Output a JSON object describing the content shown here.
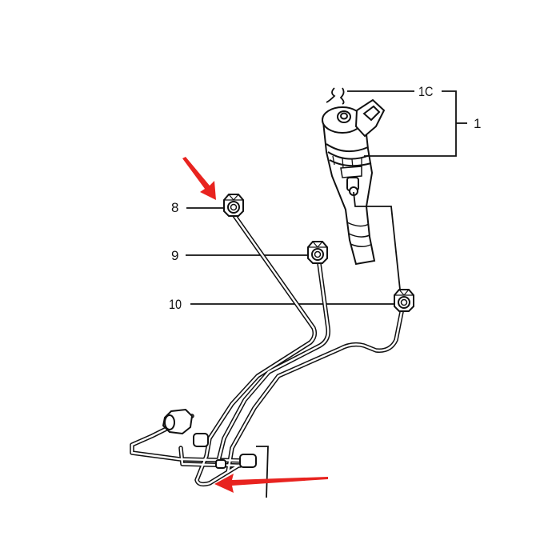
{
  "diagram": {
    "subject": "fuel injector and high-pressure fuel injection pipes exploded parts diagram",
    "callouts": [
      {
        "id": "1",
        "label": "1",
        "part": "injector assembly"
      },
      {
        "id": "1C",
        "label": "1C",
        "part": "injector clip / return fitting"
      },
      {
        "id": "8",
        "label": "8",
        "part": "injection pipe 8"
      },
      {
        "id": "9",
        "label": "9",
        "part": "injection pipe 9"
      },
      {
        "id": "10",
        "label": "10",
        "part": "injection pipe 10"
      }
    ],
    "annotations": [
      {
        "type": "arrow",
        "color": "#e8231f",
        "points_to": "nut of pipe 8"
      },
      {
        "type": "arrow",
        "color": "#e8231f",
        "points_to": "lower pipe bend / pump-end fittings"
      }
    ],
    "colors": {
      "line": "#111111",
      "background": "#ffffff",
      "highlight_arrow": "#e8231f"
    }
  }
}
